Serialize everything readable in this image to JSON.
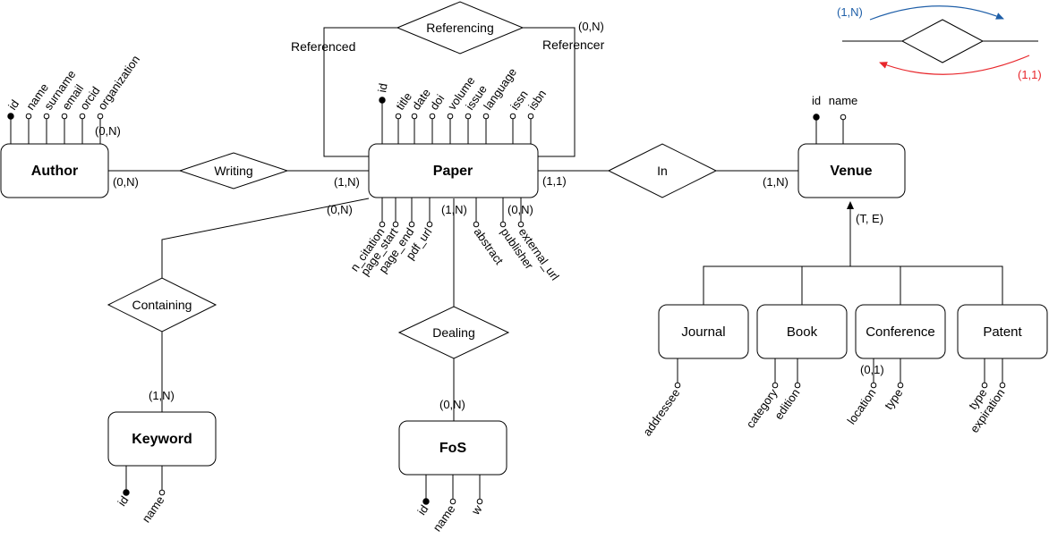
{
  "entities": {
    "author": "Author",
    "paper": "Paper",
    "venue": "Venue",
    "keyword": "Keyword",
    "fos": "FoS",
    "journal": "Journal",
    "book": "Book",
    "conference": "Conference",
    "patent": "Patent"
  },
  "relationships": {
    "writing": "Writing",
    "referencing": "Referencing",
    "in": "In",
    "containing": "Containing",
    "dealing": "Dealing"
  },
  "roles": {
    "referenced": "Referenced",
    "referencer": "Referencer"
  },
  "attributes": {
    "author": [
      "id",
      "name",
      "surname",
      "email",
      "orcid",
      "organization"
    ],
    "paper_top": [
      "id",
      "title",
      "date",
      "doi",
      "volume",
      "issue",
      "language",
      "issn",
      "isbn"
    ],
    "paper_bottom": [
      "n_citation",
      "page_start",
      "page_end",
      "pdf_url",
      "abstract",
      "publisher",
      "external_url"
    ],
    "venue": [
      "id",
      "name"
    ],
    "keyword": [
      "id",
      "name"
    ],
    "fos": [
      "id",
      "name",
      "w"
    ],
    "journal": [
      "addressee"
    ],
    "book": [
      "category",
      "edition"
    ],
    "conference": [
      "location",
      "type"
    ],
    "patent": [
      "type",
      "expiration"
    ]
  },
  "cardinalities": {
    "organization": "(0,N)",
    "author_writing": "(0,N)",
    "paper_writing": "(1,N)",
    "paper_referencer": "(0,N)",
    "paper_in": "(1,1)",
    "venue_in": "(1,N)",
    "paper_containing": "(0,N)",
    "paper_dealing": "(1,N)",
    "paper_bottom_attr": "(0,N)",
    "keyword_containing": "(1,N)",
    "fos_dealing": "(0,N)",
    "generalization": "(T, E)",
    "conference_location": "(0,1)"
  },
  "legend": {
    "top": "(1,N)",
    "bottom": "(1,1)",
    "top_color": "#1f5fa8",
    "bottom_color": "#e8262b"
  }
}
